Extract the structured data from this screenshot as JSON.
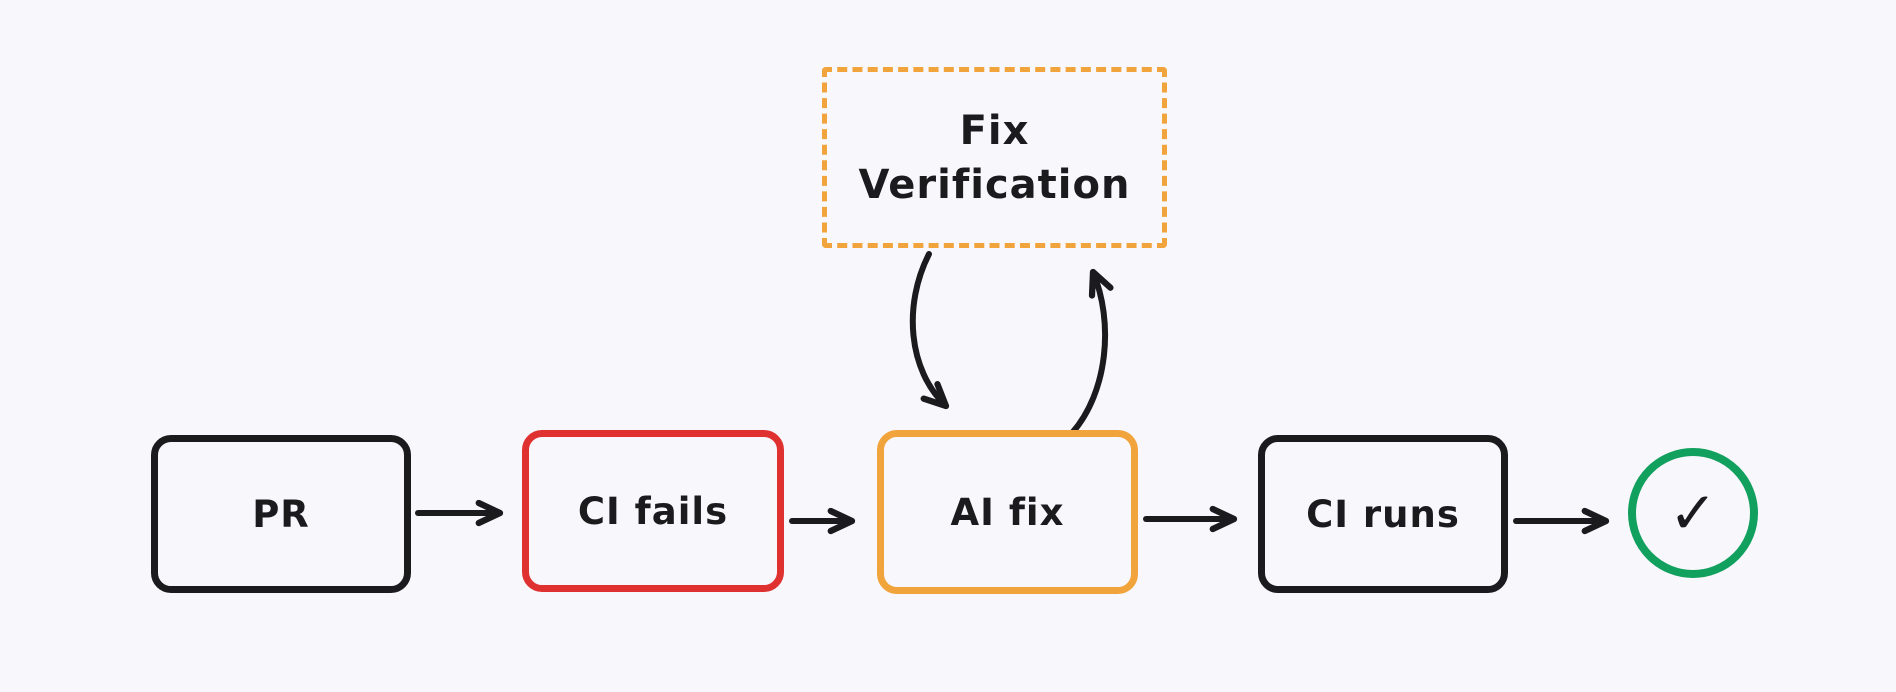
{
  "diagram": {
    "colors": {
      "background": "#f8f7fb",
      "ink": "#1b1b1e",
      "fail_red": "#e03131",
      "fix_orange": "#f2a43c",
      "success_green": "#12a05f"
    },
    "nodes": {
      "fix_verification": {
        "line1": "Fix",
        "line2": "Verification"
      },
      "pr": {
        "label": "PR"
      },
      "ci_fails": {
        "label": "CI fails"
      },
      "ai_fix": {
        "label": "AI fix"
      },
      "ci_runs": {
        "label": "CI runs"
      },
      "success": {
        "symbol": "✓"
      }
    },
    "edges": [
      "pr → ci_fails",
      "ci_fails → ai_fix",
      "ai_fix → ci_runs",
      "ci_runs → success",
      "fix_verification → ai_fix",
      "ai_fix → fix_verification"
    ]
  }
}
